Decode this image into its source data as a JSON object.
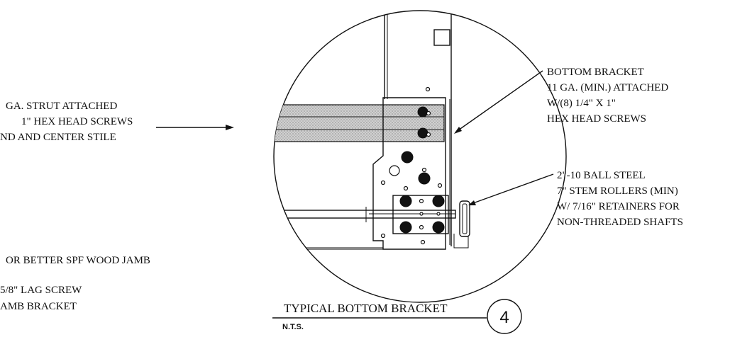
{
  "callouts": {
    "strut": [
      "GA. STRUT ATTACHED",
      "1\" HEX HEAD SCREWS",
      "ND AND CENTER STILE"
    ],
    "bottom_bracket": [
      "BOTTOM BRACKET",
      "11 GA. (MIN.)  ATTACHED",
      "W/(8) 1/4\" X 1\"",
      "HEX HEAD SCREWS"
    ],
    "rollers": [
      "2\"-10 BALL STEEL",
      "7\" STEM ROLLERS (MIN)",
      "W/ 7/16\" RETAINERS FOR",
      "NON-THREADED SHAFTS"
    ],
    "wood_jamb": "OR BETTER SPF WOOD JAMB",
    "lag_screw": [
      "5/8\" LAG SCREW",
      "AMB BRACKET"
    ]
  },
  "title_block": {
    "title": "TYPICAL BOTTOM BRACKET",
    "scale": "N.T.S.",
    "detail_number": "4"
  }
}
